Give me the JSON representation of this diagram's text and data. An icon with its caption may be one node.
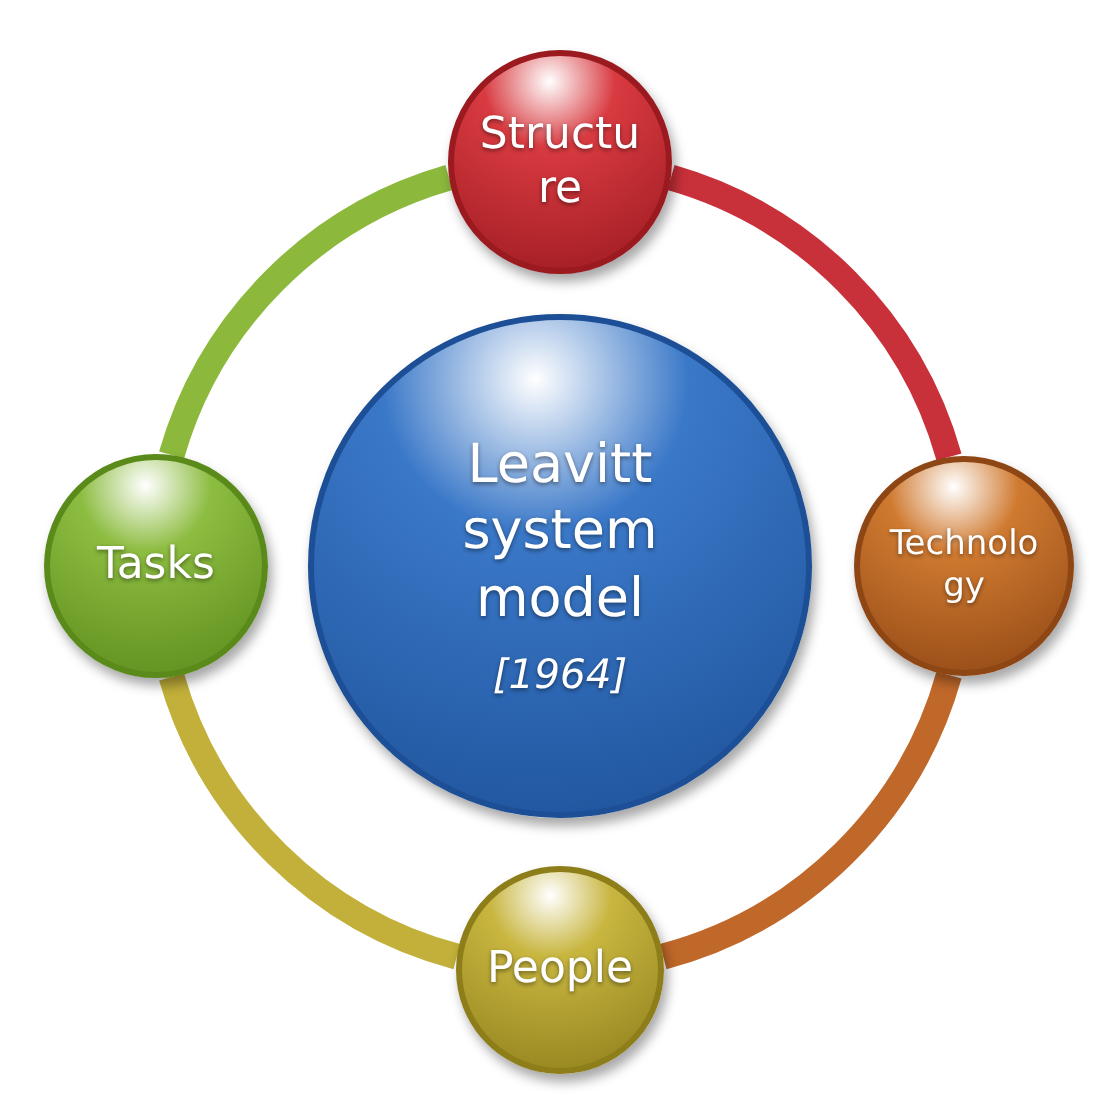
{
  "diagram": {
    "nodes": [
      {
        "text": [
          "Leavitt system model",
          "[1964]"
        ]
      },
      {
        "text": [
          "Structure"
        ]
      },
      {
        "text": [
          "Technology"
        ]
      },
      {
        "text": [
          "People"
        ]
      },
      {
        "text": [
          "Tasks"
        ]
      }
    ],
    "edges": [
      {
        "from": 1,
        "to": 2,
        "arrow": "none",
        "color": "#c8303a"
      },
      {
        "from": 2,
        "to": 3,
        "arrow": "none",
        "color": "#c0682a"
      },
      {
        "from": 3,
        "to": 4,
        "arrow": "none",
        "color": "#c2b03a"
      },
      {
        "from": 4,
        "to": 1,
        "arrow": "none",
        "color": "#8cb83c"
      }
    ]
  }
}
